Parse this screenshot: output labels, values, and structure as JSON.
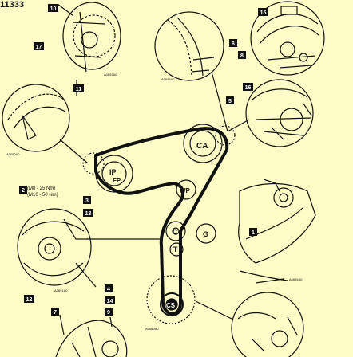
{
  "figure_id": "11333",
  "colors": {
    "background": "#fdfcc6",
    "ink": "#111111",
    "badge": "#111111",
    "badge_text": "#ffffff"
  },
  "callouts": [
    "1",
    "2",
    "3",
    "4",
    "5",
    "6",
    "7",
    "8",
    "9",
    "10",
    "11",
    "12",
    "13",
    "14",
    "15",
    "16",
    "17"
  ],
  "pulleys": {
    "ca": "CA",
    "ip": "IP",
    "fp": "FP",
    "wp": "WP",
    "c": "C",
    "g": "G",
    "t": "T",
    "cs": "CS"
  },
  "torque_spec": {
    "m8": "(M8 - 25 Nm)",
    "m10": "(M10 - 50 Nm)"
  },
  "image_refs": [
    "A0692A0",
    "A0693A0",
    "A0690A0",
    "A0691A0",
    "A0694A0",
    "A0689A0"
  ]
}
